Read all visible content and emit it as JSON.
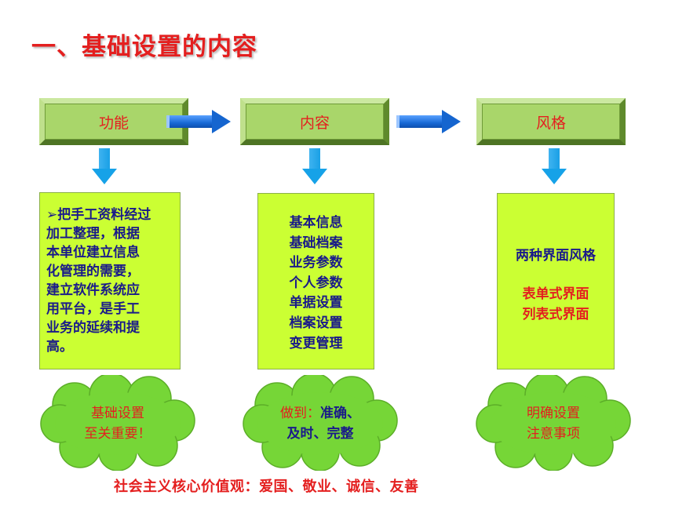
{
  "title": "一、基础设置的内容",
  "headers": [
    "功能",
    "内容",
    "风格"
  ],
  "left_box": {
    "bullet": "➢",
    "lines": [
      "把手工资料经过",
      "加工整理，根据",
      "本单位建立信息",
      "化管理的需要，",
      "建立软件系统应",
      "用平台，是手工",
      "业务的延续和提",
      "高。"
    ]
  },
  "mid_box": {
    "lines": [
      "基本信息",
      "基础档案",
      "业务参数",
      "个人参数",
      "单据设置",
      "档案设置",
      "变更管理"
    ]
  },
  "right_box": {
    "line1": "两种界面风格",
    "line2": "表单式界面",
    "line3": "列表式界面"
  },
  "clouds": {
    "left": {
      "line1": "基础设置",
      "line2": "至关重要！"
    },
    "mid": {
      "line1_red": "做到：",
      "line1_blue": "准确、",
      "line2": "及时、完整"
    },
    "right": {
      "line1": "明确设置",
      "line2": "注意事项"
    }
  },
  "footer": "社会主义核心价值观：爱国、敬业、诚信、友善",
  "colors": {
    "title_red": "#e41f1f",
    "navy_text": "#1a1a8a",
    "header_green": "#a9d66a",
    "content_lime": "#cbff33",
    "cloud_green": "#76d637",
    "arrow_blue": "#1565cf",
    "arrow_cyan": "#16a2e8"
  }
}
